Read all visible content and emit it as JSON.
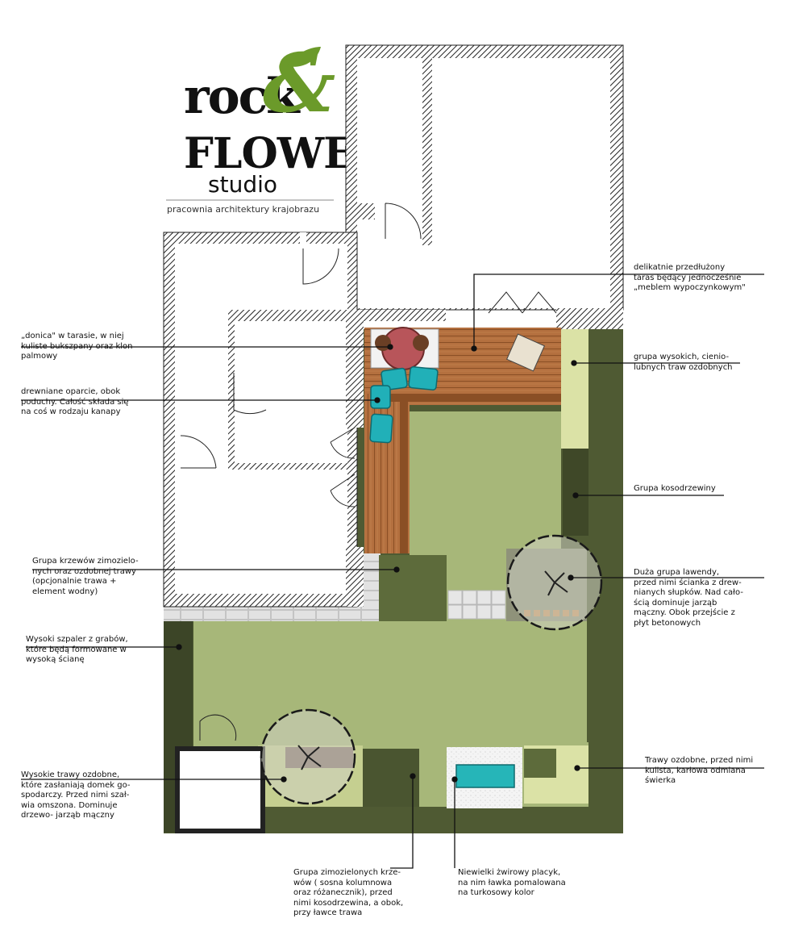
{
  "brand": {
    "rock": "rock",
    "amp": "&",
    "flower": "FLOWER",
    "studio": "studio",
    "tagline": "pracownia architektury krajobrazu",
    "accent": "#6b9a2a"
  },
  "colors": {
    "lawn": "#a7b779",
    "hedge": "#4f5a33",
    "deck": "#b4703f",
    "cushion": "#21b0b8",
    "pale_grass": "#dbe2a6",
    "gravel": "#f3f3f3"
  },
  "annotations": [
    {
      "id": "donica",
      "text": "„donica\" w tarasie, w niej\nkuliste bukszpany oraz klon\npalmowy"
    },
    {
      "id": "oparcie",
      "text": "drewniane oparcie, obok\npoduchy. Całość składa się\nna coś w rodzaju kanapy"
    },
    {
      "id": "krzewy",
      "text": "Grupa krzewów zimozielo-\nnych oraz ozdobnej trawy\n(opcjonalnie trawa +\nelement wodny)"
    },
    {
      "id": "szpaler",
      "text": "Wysoki szpaler z grabów,\nktóre będą formowane w\nwysoką ścianę"
    },
    {
      "id": "trawy_domek",
      "text": "Wysokie trawy ozdobne,\nktóre zasłaniają domek go-\nspodarczy. Przed nimi szał-\nwia omszona. Dominuje\ndrzewo- jarząb mączny"
    },
    {
      "id": "zimozielone",
      "text": "Grupa zimozielonych krze-\nwów ( sosna kolumnowa\noraz różanecznik), przed\nnimi kosodrzewina, a obok,\nprzy ławce trawa"
    },
    {
      "id": "zwirowy",
      "text": "Niewielki żwirowy placyk,\nna nim ławka pomalowana\nna turkosowy kolor"
    },
    {
      "id": "taras",
      "text": "delikatnie przedłużony\ntaras będący jednocześnie\n„meblem wypoczynkowym\""
    },
    {
      "id": "trawy_cien",
      "text": "grupa wysokich, cienio-\nlubnych traw ozdobnych"
    },
    {
      "id": "kosodrzewina",
      "text": "Grupa kosodrzewiny"
    },
    {
      "id": "lawenda",
      "text": "Duża grupa lawendy,\nprzed nimi ścianka z drew-\nnianych słupków. Nad cało-\nścią dominuje jarząb\nmączny. Obok przejście z\npłyt betonowych"
    },
    {
      "id": "trawy_swierk",
      "text": "Trawy ozdobne, przed nimi\nkulista, karłowa odmiana\nświerka"
    }
  ]
}
